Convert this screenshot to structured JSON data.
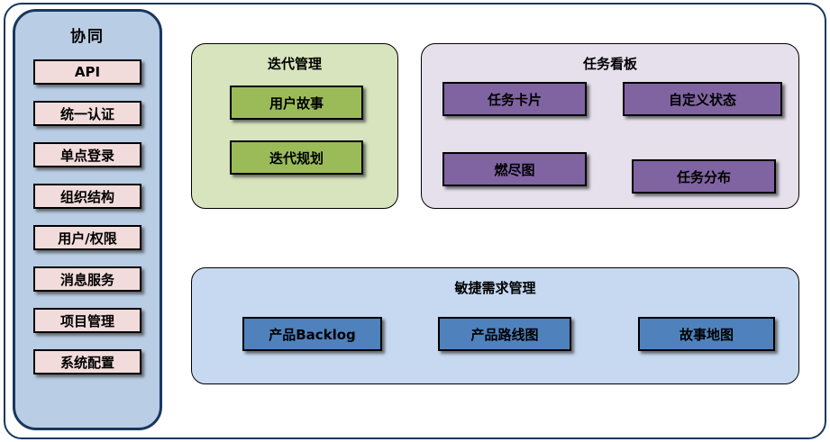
{
  "sidebar": {
    "title": "协同",
    "items": [
      {
        "label": "API"
      },
      {
        "label": "统一认证"
      },
      {
        "label": "单点登录"
      },
      {
        "label": "组织结构"
      },
      {
        "label": "用户/权限"
      },
      {
        "label": "消息服务"
      },
      {
        "label": "项目管理"
      },
      {
        "label": "系统配置"
      }
    ]
  },
  "iteration_panel": {
    "title": "迭代管理",
    "items": [
      {
        "label": "用户故事"
      },
      {
        "label": "迭代规划"
      }
    ]
  },
  "task_board_panel": {
    "title": "任务看板",
    "items": [
      {
        "label": "任务卡片"
      },
      {
        "label": "自定义状态"
      },
      {
        "label": "燃尽图"
      },
      {
        "label": "任务分布"
      }
    ]
  },
  "agile_panel": {
    "title": "敏捷需求管理",
    "items": [
      {
        "label": "产品Backlog"
      },
      {
        "label": "产品路线图"
      },
      {
        "label": "故事地图"
      }
    ]
  },
  "colors": {
    "outer-border": "#17375E",
    "sidebar-bg": "#B9CDE5",
    "sidebar-border": "#17375E",
    "pink-box": "#F2DCDB",
    "green-panel": "#D7E4BD",
    "green-box": "#9BBB59",
    "purple-panel": "#E5E0EC",
    "purple-box": "#8064A2",
    "blue-panel": "#C6D9F1",
    "blue-box": "#4F81BD",
    "box-border": "#000000"
  }
}
